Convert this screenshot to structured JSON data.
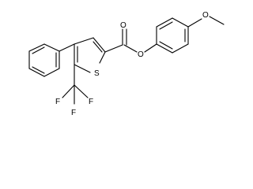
{
  "molecule": {
    "atoms": {
      "carbonyl_oxygen": "O",
      "ester_oxygen": "O",
      "ether_oxygen": "O",
      "thiophene_sulfur": "S",
      "fluorine_1": "F",
      "fluorine_2": "F",
      "fluorine_3": "F"
    }
  }
}
